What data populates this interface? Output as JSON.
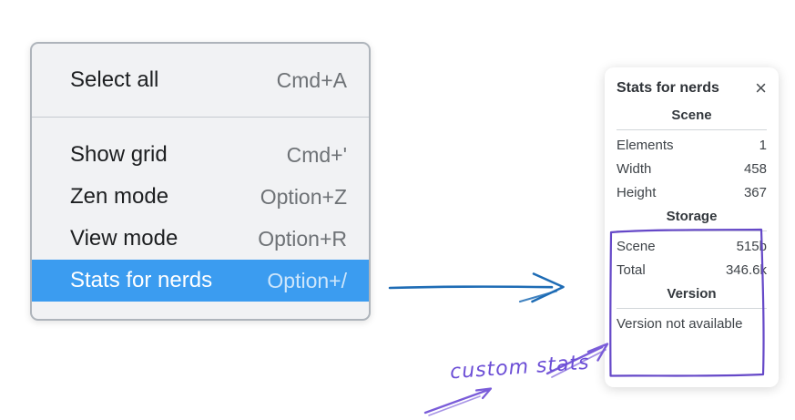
{
  "colors": {
    "menu_highlight_bg": "#3b9cf0",
    "flow_arrow_blue": "#1e6cb5",
    "annotation_purple": "#6c4ed6",
    "highlight_box_purple": "#6548c8"
  },
  "menu": {
    "items": [
      {
        "label": "Select all",
        "shortcut": "Cmd+A",
        "selected": false
      },
      {
        "label": "Show grid",
        "shortcut": "Cmd+'",
        "selected": false
      },
      {
        "label": "Zen mode",
        "shortcut": "Option+Z",
        "selected": false
      },
      {
        "label": "View mode",
        "shortcut": "Option+R",
        "selected": false
      },
      {
        "label": "Stats for nerds",
        "shortcut": "Option+/",
        "selected": true
      }
    ]
  },
  "stats_panel": {
    "title": "Stats for nerds",
    "close_label": "×",
    "sections": [
      {
        "heading": "Scene",
        "rows": [
          {
            "label": "Elements",
            "value": "1"
          },
          {
            "label": "Width",
            "value": "458"
          },
          {
            "label": "Height",
            "value": "367"
          }
        ]
      },
      {
        "heading": "Storage",
        "rows": [
          {
            "label": "Scene",
            "value": "515b"
          },
          {
            "label": "Total",
            "value": "346.6k"
          }
        ]
      },
      {
        "heading": "Version",
        "note": "Version not available"
      }
    ]
  },
  "annotations": {
    "custom_stats_label": "custom stats"
  }
}
